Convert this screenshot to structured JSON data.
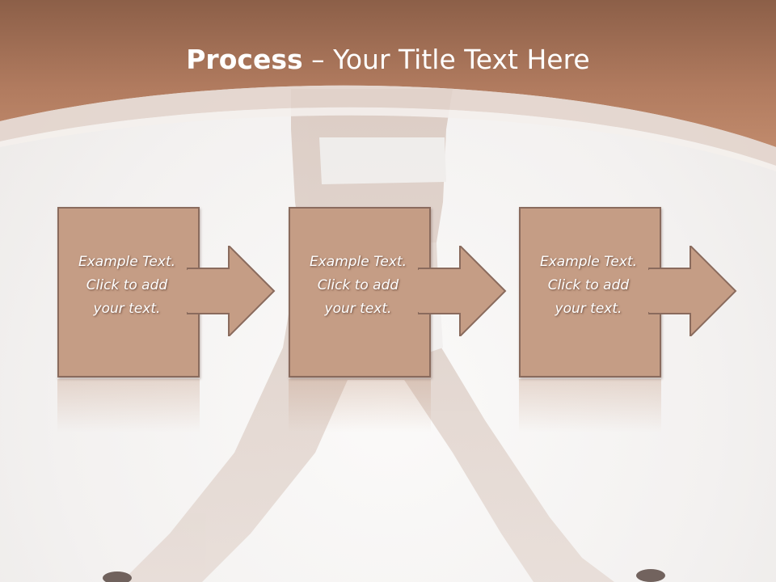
{
  "title": {
    "bold": "Process",
    "rest": " – Your Title Text Here"
  },
  "steps": [
    {
      "lines": [
        "Example Text.",
        "Click  to add",
        "your text."
      ]
    },
    {
      "lines": [
        "Example Text.",
        "Click  to add",
        "your text."
      ]
    },
    {
      "lines": [
        "Example Text.",
        "Click  to add",
        "your text."
      ]
    }
  ],
  "colors": {
    "header": "#b07a5e",
    "box_fill": "#c59d85",
    "box_border": "#8a6b5d",
    "text": "#ffffff"
  }
}
